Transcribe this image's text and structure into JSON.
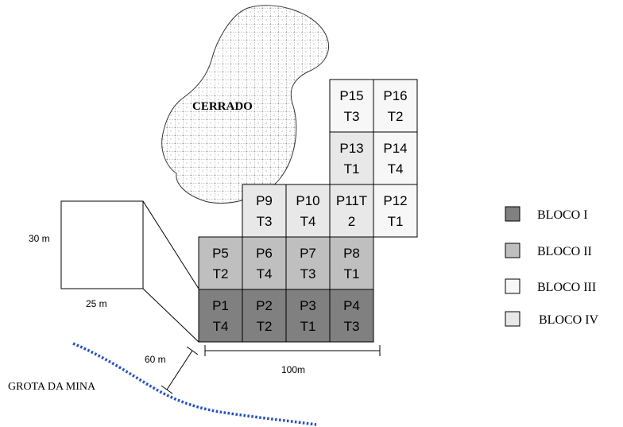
{
  "cerrado": {
    "label": "CERRADO"
  },
  "plots": [
    {
      "id": "P1",
      "tr": "T4",
      "bloco": "I"
    },
    {
      "id": "P2",
      "tr": "T2",
      "bloco": "I"
    },
    {
      "id": "P3",
      "tr": "T1",
      "bloco": "I"
    },
    {
      "id": "P4",
      "tr": "T3",
      "bloco": "I"
    },
    {
      "id": "P5",
      "tr": "T2",
      "bloco": "II"
    },
    {
      "id": "P6",
      "tr": "T4",
      "bloco": "II"
    },
    {
      "id": "P7",
      "tr": "T3",
      "bloco": "II"
    },
    {
      "id": "P8",
      "tr": "T1",
      "bloco": "II"
    },
    {
      "id": "P9",
      "tr": "T3",
      "bloco": "IV"
    },
    {
      "id": "P10",
      "tr": "T4",
      "bloco": "IV"
    },
    {
      "id": "P11T",
      "tr": "2",
      "bloco": "IV"
    },
    {
      "id": "P12",
      "tr": "T1",
      "bloco": "III"
    },
    {
      "id": "P13",
      "tr": "T1",
      "bloco": "IV"
    },
    {
      "id": "P14",
      "tr": "T4",
      "bloco": "III"
    },
    {
      "id": "P15",
      "tr": "T3",
      "bloco": "III"
    },
    {
      "id": "P16",
      "tr": "T2",
      "bloco": "III"
    }
  ],
  "legend": [
    {
      "label": "BLOCO I",
      "color": "#808080"
    },
    {
      "label": "BLOCO II",
      "color": "#bfbfbf"
    },
    {
      "label": "BLOCO III",
      "color": "#f7f7f7"
    },
    {
      "label": "BLOCO IV",
      "color": "#e8e8e8"
    }
  ],
  "dimensions": {
    "height": "30 m",
    "width": "25 m",
    "total_length": "100m",
    "distance": "60 m"
  },
  "stream": {
    "label": "GROTA DA MINA",
    "color": "#1f4fd6"
  }
}
